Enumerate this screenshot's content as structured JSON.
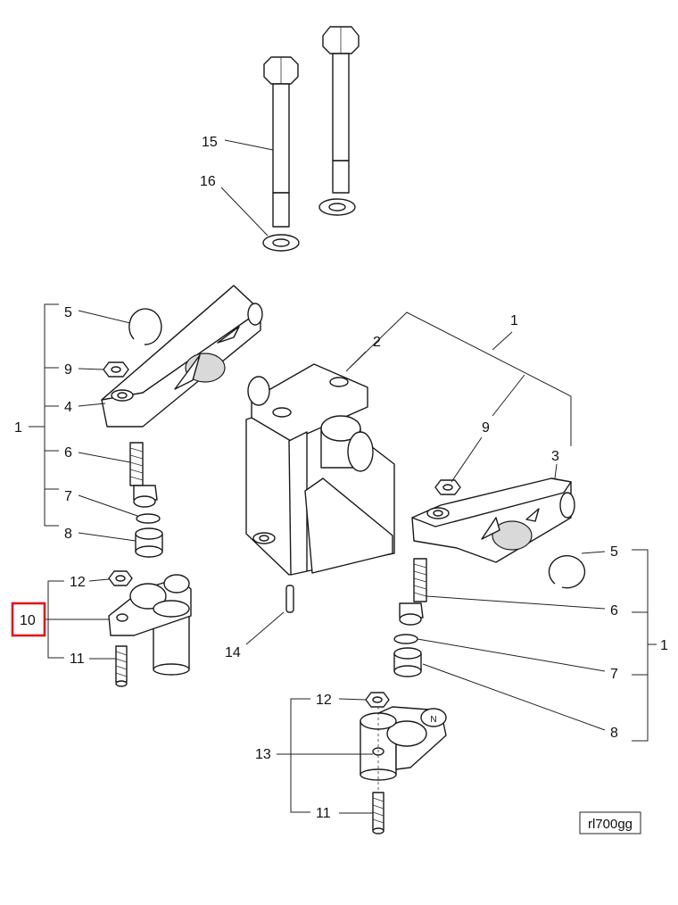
{
  "labels": {
    "l15": "15",
    "l16": "16",
    "l5a": "5",
    "l9a": "9",
    "l4": "4",
    "l1a": "1",
    "l6a": "6",
    "l7a": "7",
    "l8a": "8",
    "l12a": "12",
    "l10": "10",
    "l11a": "11",
    "l2": "2",
    "l1b": "1",
    "l9b": "9",
    "l3": "3",
    "l5b": "5",
    "l6b": "6",
    "l7b": "7",
    "l8b": "8",
    "l1c": "1",
    "l14": "14",
    "l12b": "12",
    "l13": "13",
    "l11b": "11"
  },
  "reference_code": "rl700gg",
  "highlight_color": "#e0161b"
}
